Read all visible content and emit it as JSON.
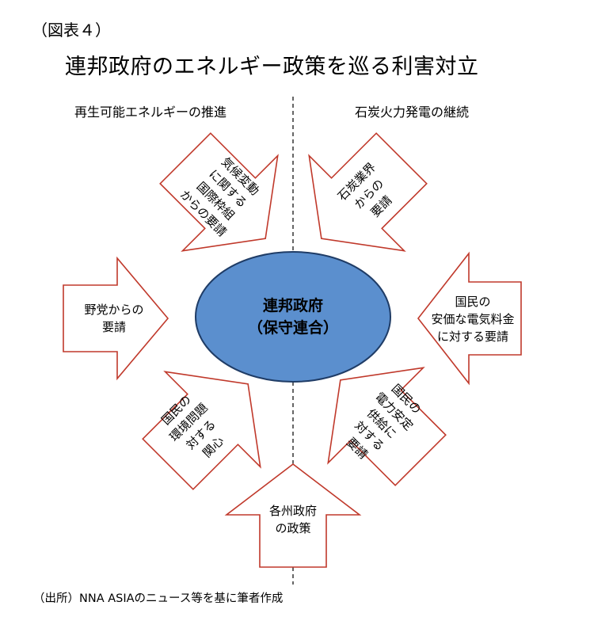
{
  "figure_label": "（図表４）",
  "title": "連邦政府のエネルギー政策を巡る利害対立",
  "columns": {
    "left": "再生可能エネルギーの推進",
    "right": "石炭火力発電の継続"
  },
  "center": {
    "lines": [
      "連邦政府",
      "（保守連合）"
    ]
  },
  "arrows": {
    "climate": [
      "気候変動",
      "に関する",
      "国際枠組",
      "からの要請"
    ],
    "coal": [
      "石炭業界",
      "からの",
      "要請"
    ],
    "opposition": [
      "野党からの",
      "要請"
    ],
    "price": [
      "国民の",
      "安価な電気料金",
      "に対する要請"
    ],
    "environment": [
      "国民の",
      "環境問題",
      "対する",
      "関心"
    ],
    "supply": [
      "国民の",
      "電力安定",
      "供給に",
      "対する",
      "要請"
    ],
    "states": [
      "各州政府",
      "の政策"
    ]
  },
  "source": "（出所）NNA ASIAのニュース等を基に筆者作成",
  "colors": {
    "arrow_outline": "#c0392b",
    "ellipse_fill": "#5b8fce",
    "ellipse_outline": "#1f3c66",
    "divider": "#000000"
  }
}
